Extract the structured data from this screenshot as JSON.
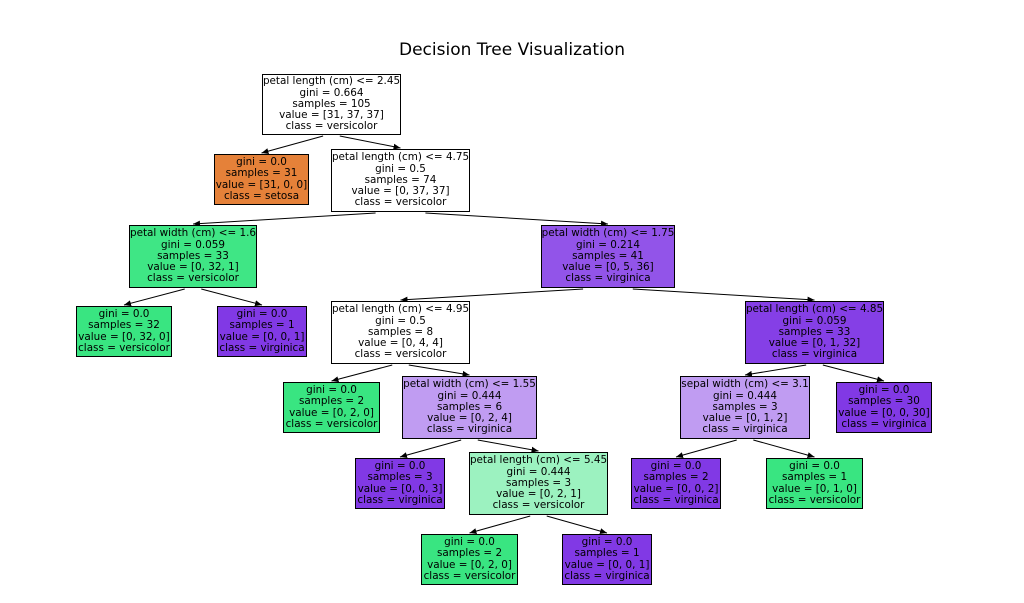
{
  "title": "Decision Tree Visualization",
  "nodes": [
    {
      "id": "n0",
      "lines": [
        "petal length (cm) <= 2.45",
        "gini = 0.664",
        "samples = 105",
        "value = [31, 37, 37]",
        "class = versicolor"
      ],
      "fill": "#ffffff"
    },
    {
      "id": "n1",
      "lines": [
        "gini = 0.0",
        "samples = 31",
        "value = [31, 0, 0]",
        "class = setosa"
      ],
      "fill": "#e58139"
    },
    {
      "id": "n2",
      "lines": [
        "petal length (cm) <= 4.75",
        "gini = 0.5",
        "samples = 74",
        "value = [0, 37, 37]",
        "class = versicolor"
      ],
      "fill": "#ffffff"
    },
    {
      "id": "n3",
      "lines": [
        "petal width (cm) <= 1.6",
        "gini = 0.059",
        "samples = 33",
        "value = [0, 32, 1]",
        "class = versicolor"
      ],
      "fill": "#3fe685"
    },
    {
      "id": "n4",
      "lines": [
        "gini = 0.0",
        "samples = 32",
        "value = [0, 32, 0]",
        "class = versicolor"
      ],
      "fill": "#39e581"
    },
    {
      "id": "n5",
      "lines": [
        "gini = 0.0",
        "samples = 1",
        "value = [0, 0, 1]",
        "class = virginica"
      ],
      "fill": "#8139e5"
    },
    {
      "id": "n6",
      "lines": [
        "petal width (cm) <= 1.75",
        "gini = 0.214",
        "samples = 41",
        "value = [0, 5, 36]",
        "class = virginica"
      ],
      "fill": "#9254e9"
    },
    {
      "id": "n7",
      "lines": [
        "petal length (cm) <= 4.95",
        "gini = 0.5",
        "samples = 8",
        "value = [0, 4, 4]",
        "class = versicolor"
      ],
      "fill": "#ffffff"
    },
    {
      "id": "n8",
      "lines": [
        "gini = 0.0",
        "samples = 2",
        "value = [0, 2, 0]",
        "class = versicolor"
      ],
      "fill": "#39e581"
    },
    {
      "id": "n9",
      "lines": [
        "petal width (cm) <= 1.55",
        "gini = 0.444",
        "samples = 6",
        "value = [0, 2, 4]",
        "class = virginica"
      ],
      "fill": "#c09cf2"
    },
    {
      "id": "n10",
      "lines": [
        "gini = 0.0",
        "samples = 3",
        "value = [0, 0, 3]",
        "class = virginica"
      ],
      "fill": "#8139e5"
    },
    {
      "id": "n11",
      "lines": [
        "petal length (cm) <= 5.45",
        "gini = 0.444",
        "samples = 3",
        "value = [0, 2, 1]",
        "class = versicolor"
      ],
      "fill": "#9cf2c0"
    },
    {
      "id": "n12",
      "lines": [
        "gini = 0.0",
        "samples = 2",
        "value = [0, 2, 0]",
        "class = versicolor"
      ],
      "fill": "#39e581"
    },
    {
      "id": "n13",
      "lines": [
        "gini = 0.0",
        "samples = 1",
        "value = [0, 0, 1]",
        "class = virginica"
      ],
      "fill": "#8139e5"
    },
    {
      "id": "n14",
      "lines": [
        "petal length (cm) <= 4.85",
        "gini = 0.059",
        "samples = 33",
        "value = [0, 1, 32]",
        "class = virginica"
      ],
      "fill": "#853fe6"
    },
    {
      "id": "n15",
      "lines": [
        "sepal width (cm) <= 3.1",
        "gini = 0.444",
        "samples = 3",
        "value = [0, 1, 2]",
        "class = virginica"
      ],
      "fill": "#c09cf2"
    },
    {
      "id": "n16",
      "lines": [
        "gini = 0.0",
        "samples = 2",
        "value = [0, 0, 2]",
        "class = virginica"
      ],
      "fill": "#8139e5"
    },
    {
      "id": "n17",
      "lines": [
        "gini = 0.0",
        "samples = 1",
        "value = [0, 1, 0]",
        "class = versicolor"
      ],
      "fill": "#39e581"
    },
    {
      "id": "n18",
      "lines": [
        "gini = 0.0",
        "samples = 30",
        "value = [0, 0, 30]",
        "class = virginica"
      ],
      "fill": "#8139e5"
    }
  ],
  "edges": [
    [
      "n0",
      "n1"
    ],
    [
      "n0",
      "n2"
    ],
    [
      "n2",
      "n3"
    ],
    [
      "n2",
      "n6"
    ],
    [
      "n3",
      "n4"
    ],
    [
      "n3",
      "n5"
    ],
    [
      "n6",
      "n7"
    ],
    [
      "n6",
      "n14"
    ],
    [
      "n7",
      "n8"
    ],
    [
      "n7",
      "n9"
    ],
    [
      "n9",
      "n10"
    ],
    [
      "n9",
      "n11"
    ],
    [
      "n11",
      "n12"
    ],
    [
      "n11",
      "n13"
    ],
    [
      "n14",
      "n15"
    ],
    [
      "n14",
      "n18"
    ],
    [
      "n15",
      "n16"
    ],
    [
      "n15",
      "n17"
    ]
  ]
}
